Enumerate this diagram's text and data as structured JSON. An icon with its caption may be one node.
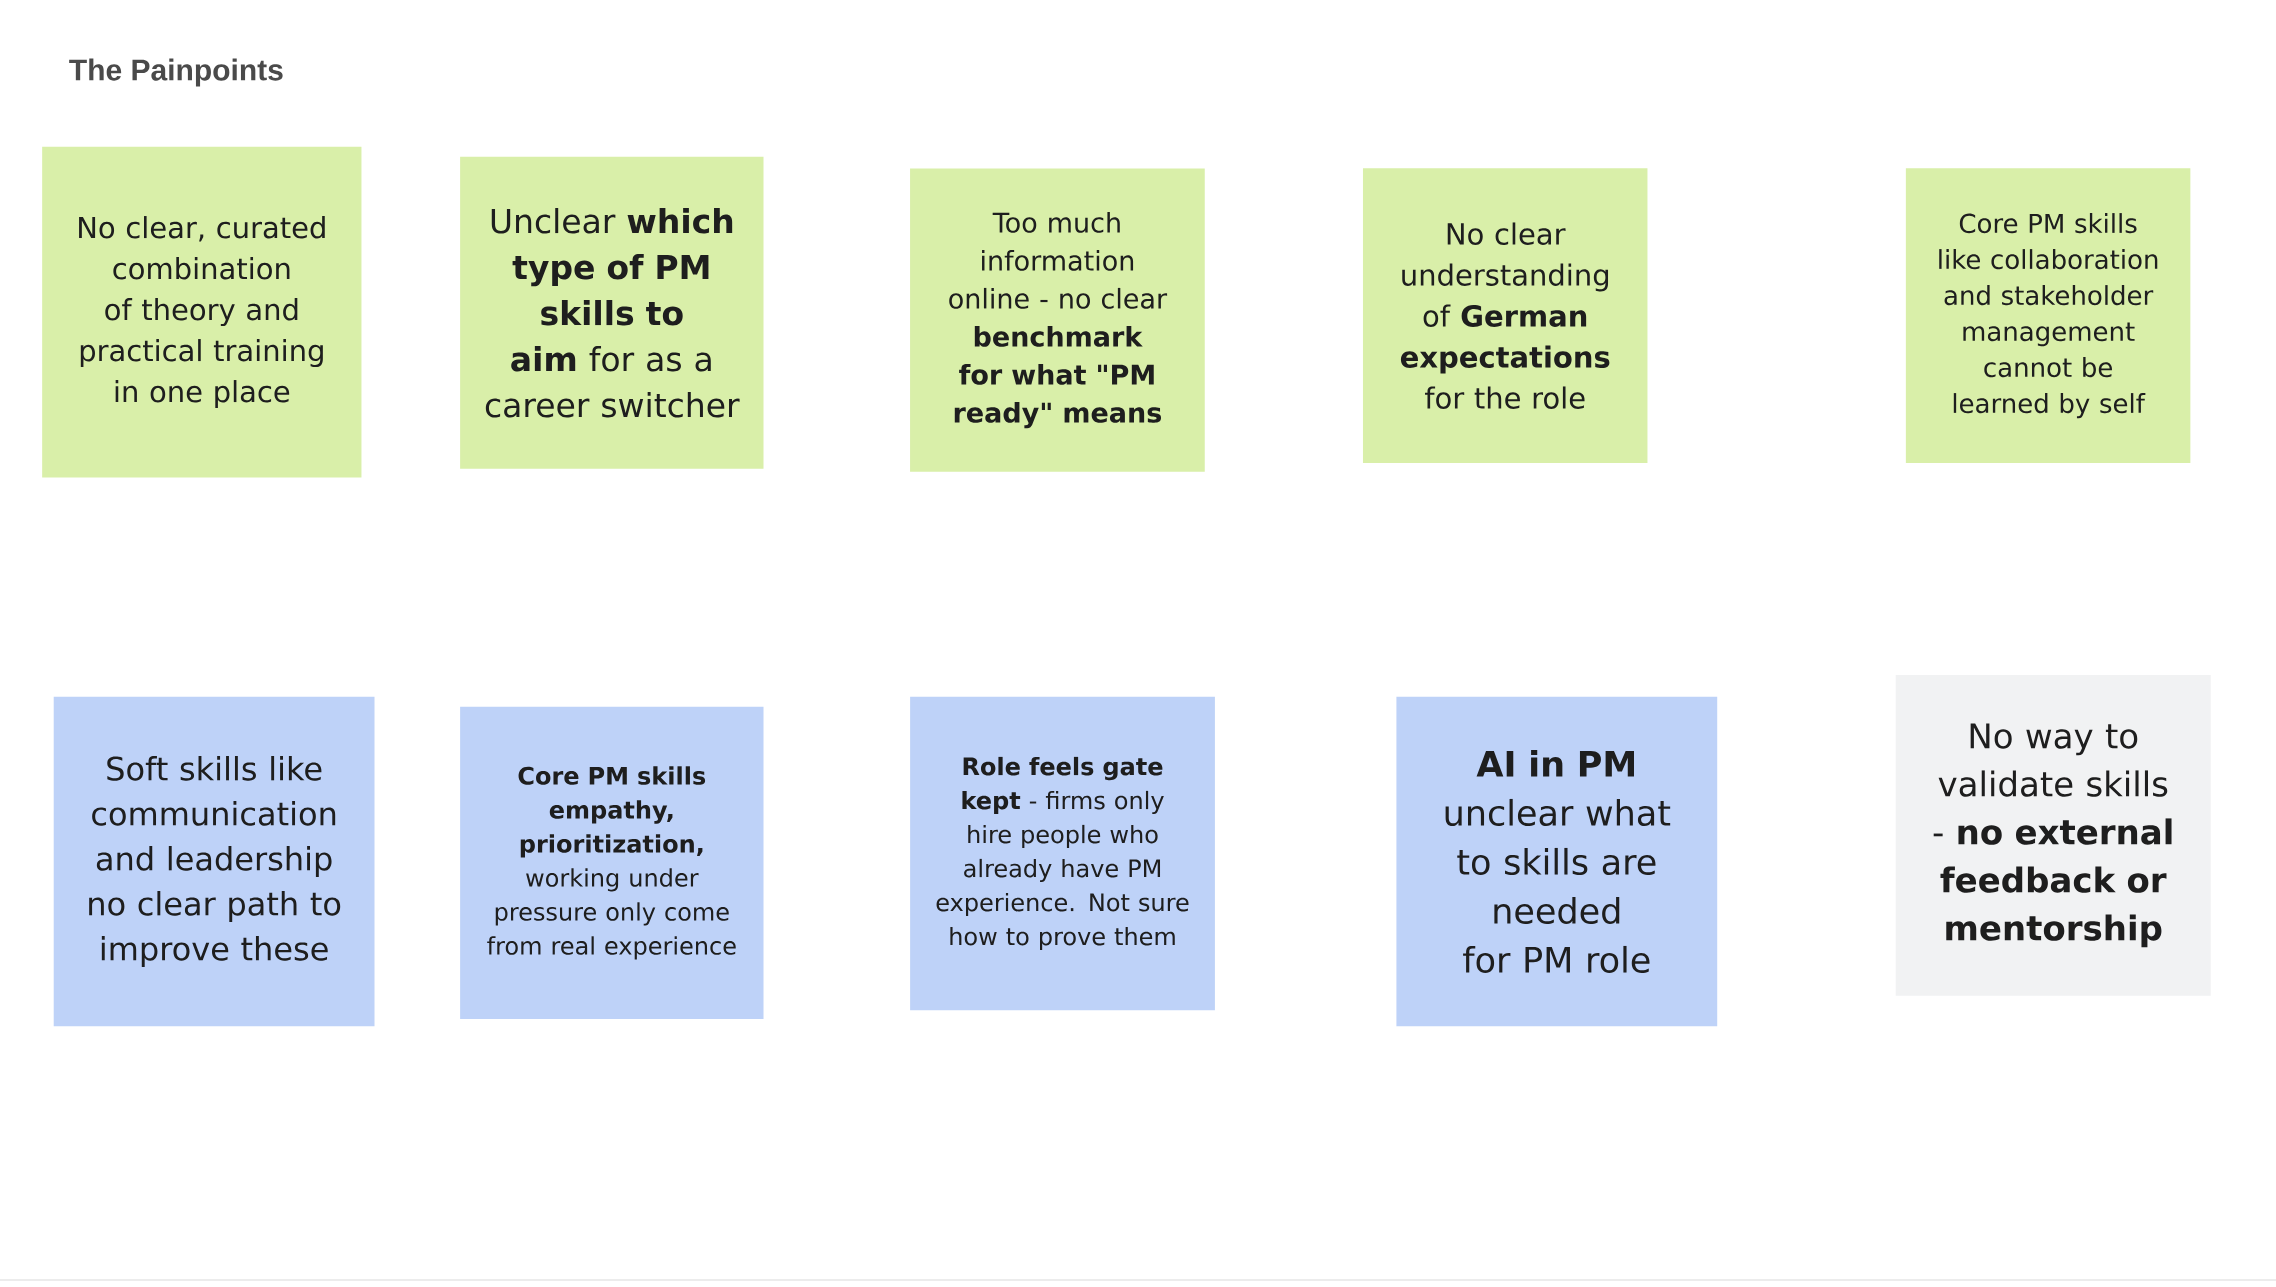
{
  "diagram": {
    "title": "The Painpoints",
    "nodes": [
      {
        "text": [
          "No clear, curated combination of theory and practical training in one place"
        ]
      },
      {
        "text": [
          "Unclear **which type of PM skills to aim** for as a career switcher"
        ]
      },
      {
        "text": [
          "Too much information online - no clear **benchmark for what \"PM ready\" means**"
        ]
      },
      {
        "text": [
          "No clear understanding of **German expectations** for the role"
        ]
      },
      {
        "text": [
          "Core PM skills like collaboration and stakeholder management cannot be learned by self"
        ]
      },
      {
        "text": [
          "Soft skills like communication and leadership no clear path to improve these"
        ]
      },
      {
        "text": [
          "**Core PM skills empathy, prioritization,** working under pressure only come from real experience"
        ]
      },
      {
        "text": [
          "**Role feels gate kept** - firms only hire people who already have PM experience. Not sure how to prove them"
        ]
      },
      {
        "text": [
          "**AI in PM** unclear what to skills are needed for PM role"
        ]
      },
      {
        "text": [
          "No way to validate skills - **no external feedback or mentorship**"
        ]
      }
    ]
  }
}
